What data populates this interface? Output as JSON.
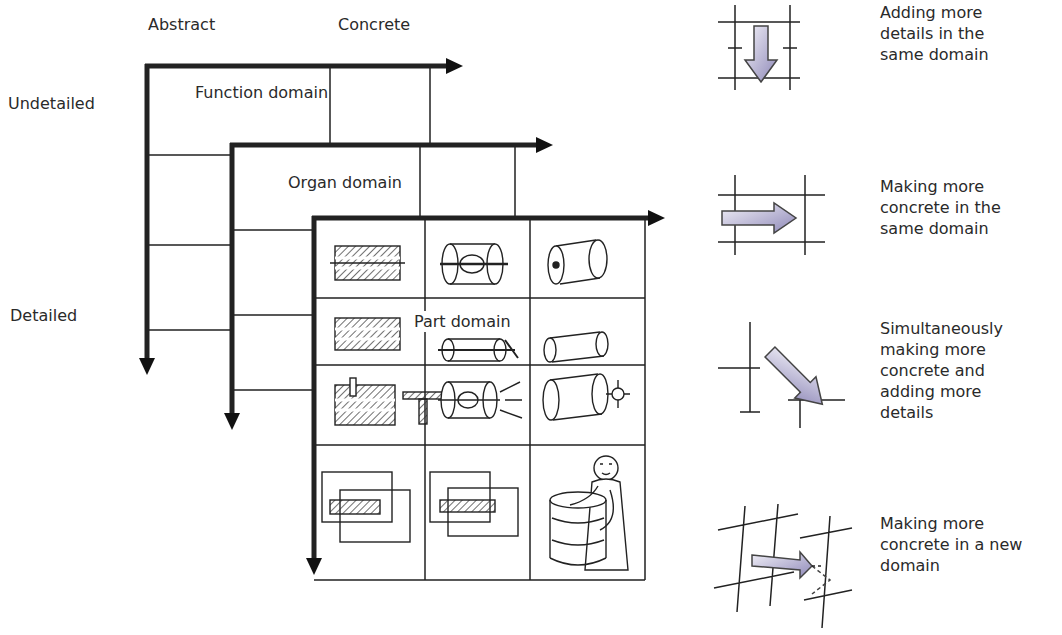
{
  "diagram": {
    "labels": [
      "Abstract",
      "Concrete",
      "Undetailed",
      "Function domain",
      "Organ domain",
      "Detailed",
      "Part domain",
      "Adding more details in the same domain",
      "Making more concrete in the same domain",
      "Simultaneously making more concrete and adding more details",
      "Making more concrete in a new domain"
    ]
  }
}
